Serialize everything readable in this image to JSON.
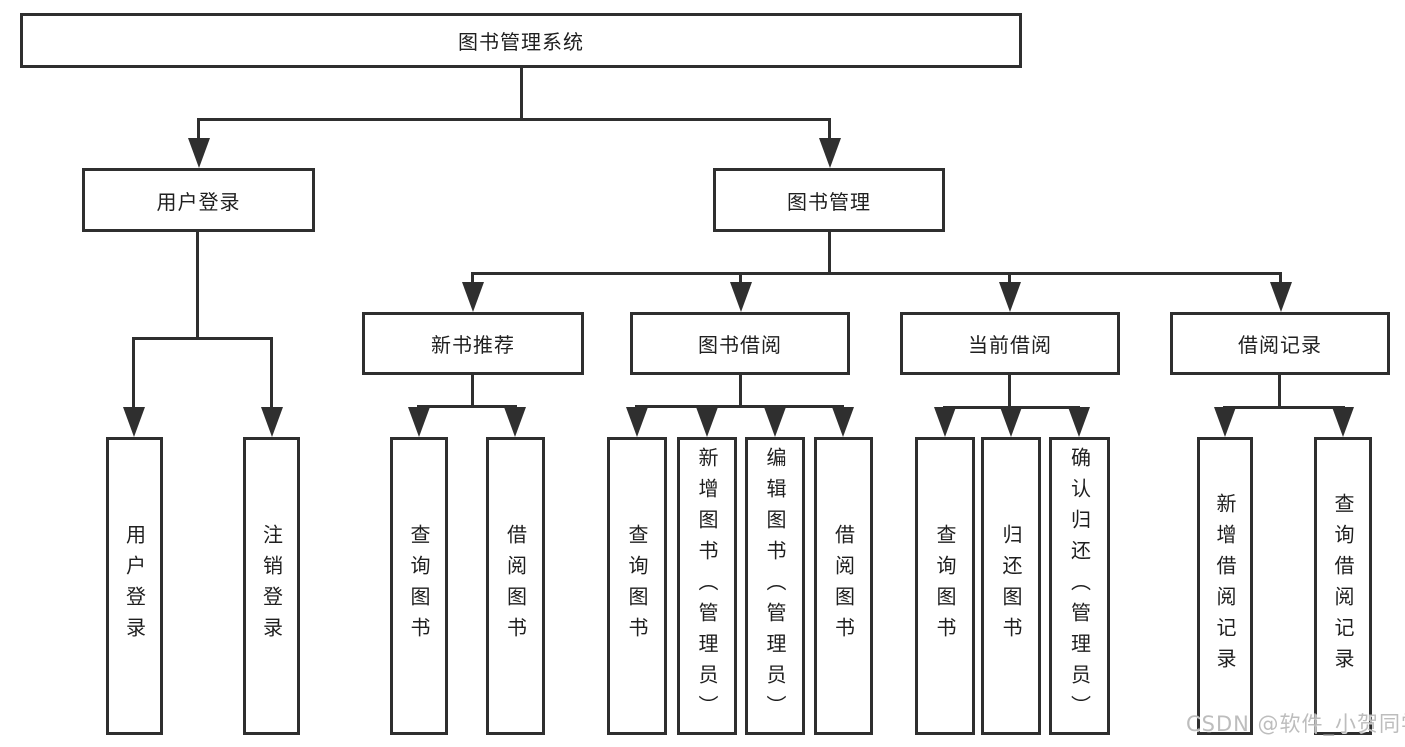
{
  "diagram": {
    "root": {
      "label": "图书管理系统"
    },
    "branches": [
      {
        "label": "用户登录",
        "leaves": [
          "用户登录",
          "注销登录"
        ]
      },
      {
        "label": "图书管理",
        "sections": [
          {
            "label": "新书推荐",
            "leaves": [
              "查询图书",
              "借阅图书"
            ]
          },
          {
            "label": "图书借阅",
            "leaves": [
              "查询图书",
              "新增图书（管理员）",
              "编辑图书（管理员）",
              "借阅图书"
            ]
          },
          {
            "label": "当前借阅",
            "leaves": [
              "查询图书",
              "归还图书",
              "确认归还（管理员）"
            ]
          },
          {
            "label": "借阅记录",
            "leaves": [
              "新增借阅记录",
              "查询借阅记录"
            ]
          }
        ]
      }
    ]
  },
  "colors": {
    "line": "#2f2f2f",
    "background": "#ffffff",
    "watermark": "#b9b9b9"
  },
  "watermark": {
    "text": "CSDN @软件_小贺同学"
  }
}
